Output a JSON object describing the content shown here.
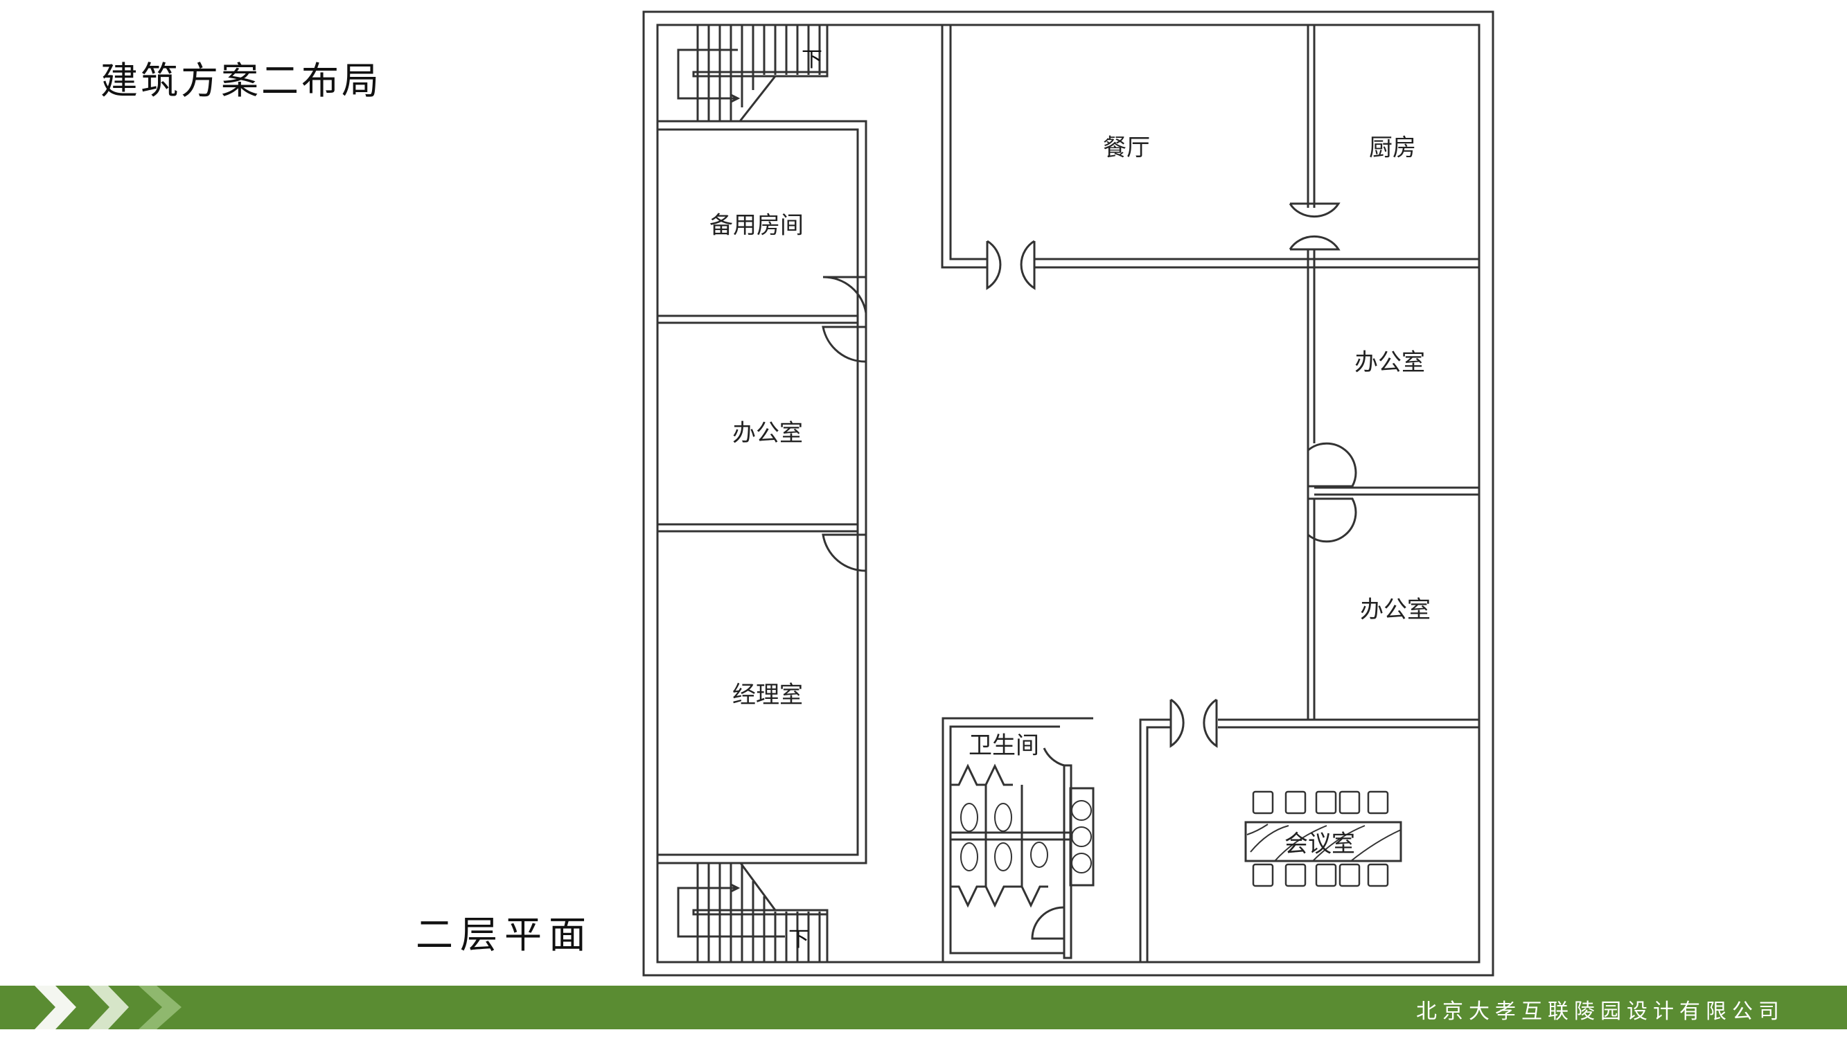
{
  "page": {
    "title": "建筑方案二布局",
    "subtitle": "二层平面"
  },
  "plan": {
    "rooms": {
      "spare_room": "备用房间",
      "office_left": "办公室",
      "manager_room": "经理室",
      "dining_hall": "餐厅",
      "kitchen": "厨房",
      "office_right_top": "办公室",
      "office_right_bottom": "办公室",
      "restroom": "卫生间",
      "meeting_room": "会议室"
    },
    "stairs": {
      "top_label": "下",
      "bottom_label": "下"
    }
  },
  "footer": {
    "company": "北京大孝互联陵园设计有限公司",
    "bar_color": "#5a8c32"
  }
}
